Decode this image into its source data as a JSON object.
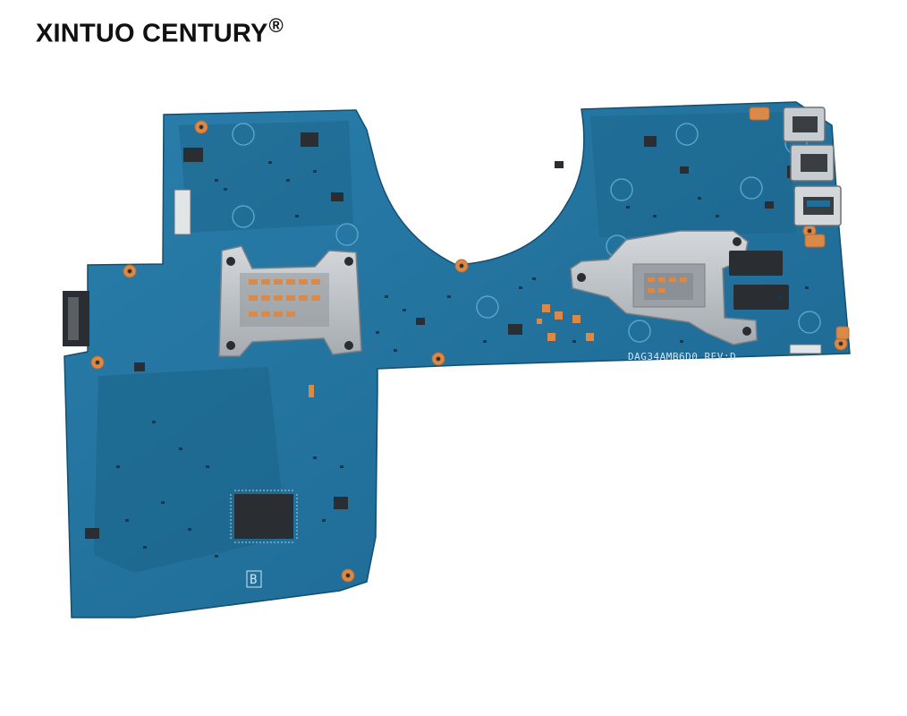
{
  "brand": {
    "name": "XINTUO CENTURY",
    "mark": "®"
  },
  "board": {
    "model_silkscreen": "DAG34AMB6D0 REV:D",
    "side_marker": "B",
    "colors": {
      "pcb": "#1f6f9a",
      "pcb_dark": "#185b82",
      "copper": "#d98a4a",
      "heatsink": "#b9bec2",
      "chip": "#2a2d31"
    }
  }
}
